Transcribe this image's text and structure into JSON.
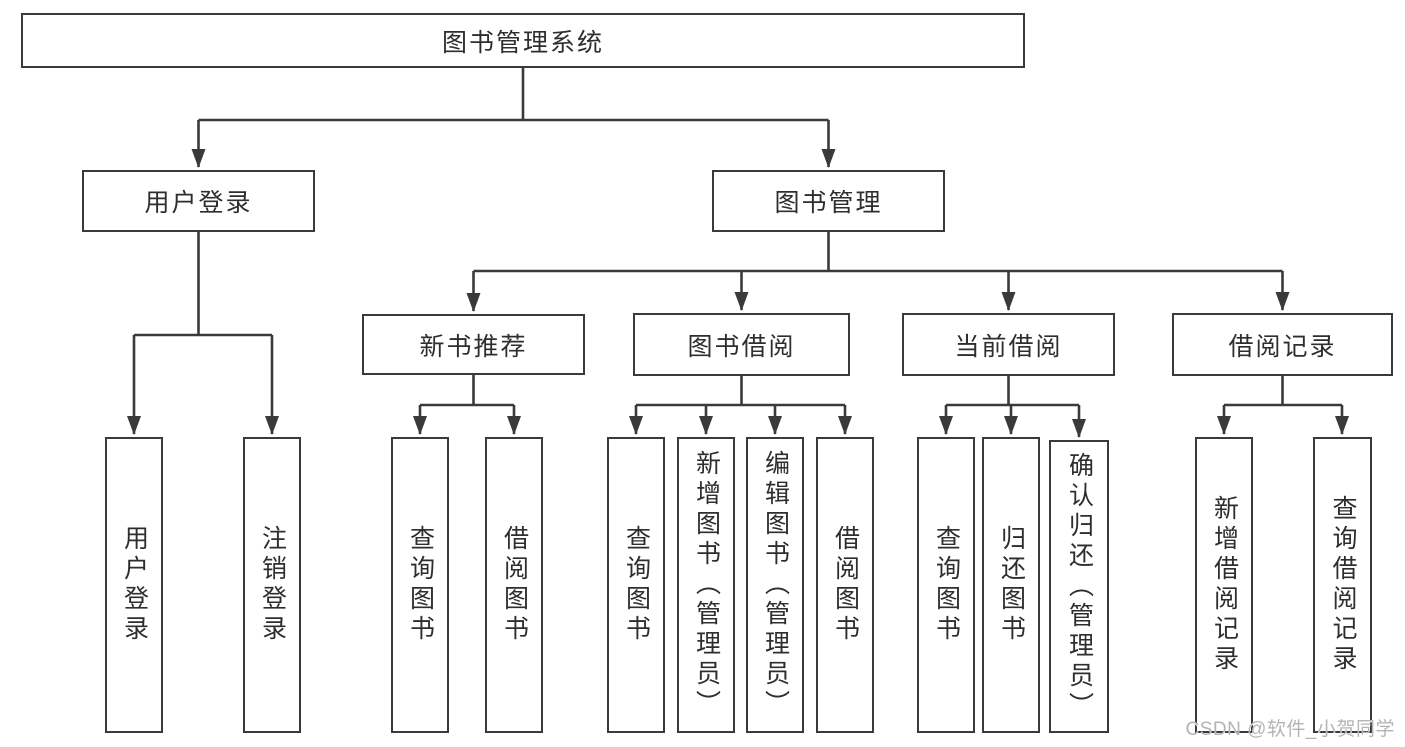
{
  "diagram": {
    "title": "图书管理系统",
    "type": "hierarchy-tree",
    "colors": {
      "line": "#3a3a3a",
      "border": "#3a3a3a",
      "text": "#2e2e2e",
      "background": "#ffffff",
      "watermark": "#b4b4b4"
    },
    "nodes": {
      "root": {
        "label": "图书管理系统"
      },
      "user_login": {
        "label": "用户登录"
      },
      "book_mgmt": {
        "label": "图书管理"
      },
      "new_book_rec": {
        "label": "新书推荐"
      },
      "book_borrow": {
        "label": "图书借阅"
      },
      "current_borrow": {
        "label": "当前借阅"
      },
      "borrow_records": {
        "label": "借阅记录"
      },
      "leaf_user_login": {
        "label": "用户登录"
      },
      "leaf_logout": {
        "label": "注销登录"
      },
      "leaf_nr_query": {
        "label": "查询图书"
      },
      "leaf_nr_borrow": {
        "label": "借阅图书"
      },
      "leaf_bb_query": {
        "label": "查询图书"
      },
      "leaf_bb_add": {
        "label": "新增图书（管理员）"
      },
      "leaf_bb_edit": {
        "label": "编辑图书（管理员）"
      },
      "leaf_bb_borrow": {
        "label": "借阅图书"
      },
      "leaf_cb_query": {
        "label": "查询图书"
      },
      "leaf_cb_return": {
        "label": "归还图书"
      },
      "leaf_cb_confirm": {
        "label": "确认归还（管理员）"
      },
      "leaf_br_add": {
        "label": "新增借阅记录"
      },
      "leaf_br_query": {
        "label": "查询借阅记录"
      }
    },
    "edges": [
      [
        "root",
        "user_login"
      ],
      [
        "root",
        "book_mgmt"
      ],
      [
        "user_login",
        "leaf_user_login"
      ],
      [
        "user_login",
        "leaf_logout"
      ],
      [
        "book_mgmt",
        "new_book_rec"
      ],
      [
        "book_mgmt",
        "book_borrow"
      ],
      [
        "book_mgmt",
        "current_borrow"
      ],
      [
        "book_mgmt",
        "borrow_records"
      ],
      [
        "new_book_rec",
        "leaf_nr_query"
      ],
      [
        "new_book_rec",
        "leaf_nr_borrow"
      ],
      [
        "book_borrow",
        "leaf_bb_query"
      ],
      [
        "book_borrow",
        "leaf_bb_add"
      ],
      [
        "book_borrow",
        "leaf_bb_edit"
      ],
      [
        "book_borrow",
        "leaf_bb_borrow"
      ],
      [
        "current_borrow",
        "leaf_cb_query"
      ],
      [
        "current_borrow",
        "leaf_cb_return"
      ],
      [
        "current_borrow",
        "leaf_cb_confirm"
      ],
      [
        "borrow_records",
        "leaf_br_add"
      ],
      [
        "borrow_records",
        "leaf_br_query"
      ]
    ],
    "watermark": "CSDN @软件_小贺同学"
  }
}
